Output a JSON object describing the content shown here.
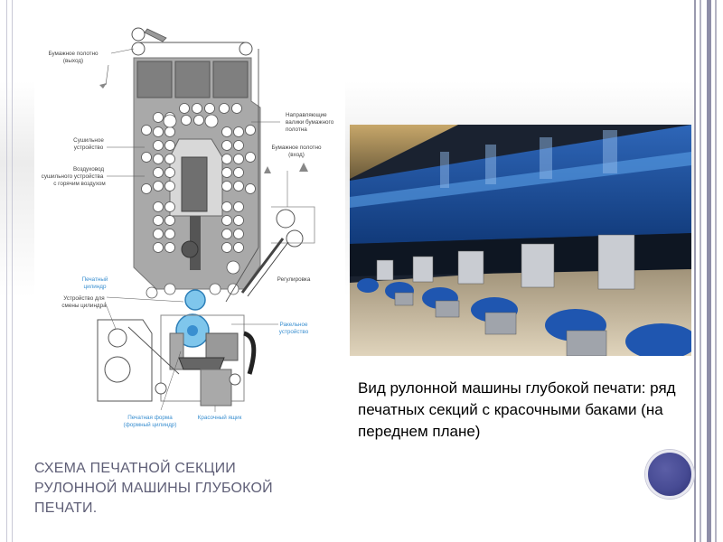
{
  "slide": {
    "title": "Схема печатной секции рулонной машины глубокой печати.",
    "photo_caption": "Вид рулонной машины глубокой печати: ряд печатных секций с красочными баками (на переднем плане)"
  },
  "diagram": {
    "labels": {
      "paper_out_1": "Бумажное полотно",
      "paper_out_2": "(выход)",
      "guide_rolls_1": "Направляющие",
      "guide_rolls_2": "валики бумажного",
      "guide_rolls_3": "полотна",
      "dryer_1": "Сушильное",
      "dryer_2": "устройство",
      "paper_in_1": "Бумажное полотно",
      "paper_in_2": "(вход)",
      "air_duct_1": "Воздуховод",
      "air_duct_2": "сушильного устройства",
      "air_duct_3": "с горячим воздухом",
      "regulation": "Регулировка",
      "impression_1": "Печатный",
      "impression_2": "цилиндр",
      "cyl_change_1": "Устройство для",
      "cyl_change_2": "смены цилиндра",
      "doctor_1": "Ракельное",
      "doctor_2": "устройство",
      "form_1": "Печатная форма",
      "form_2": "(формный цилиндр)",
      "ink_tank": "Красочный ящик"
    }
  },
  "colors": {
    "accent_blue": "#3a8fd0",
    "machine_gray": "#9a9a9a",
    "title_color": "#5f5f77",
    "orb_color": "#474b94"
  }
}
